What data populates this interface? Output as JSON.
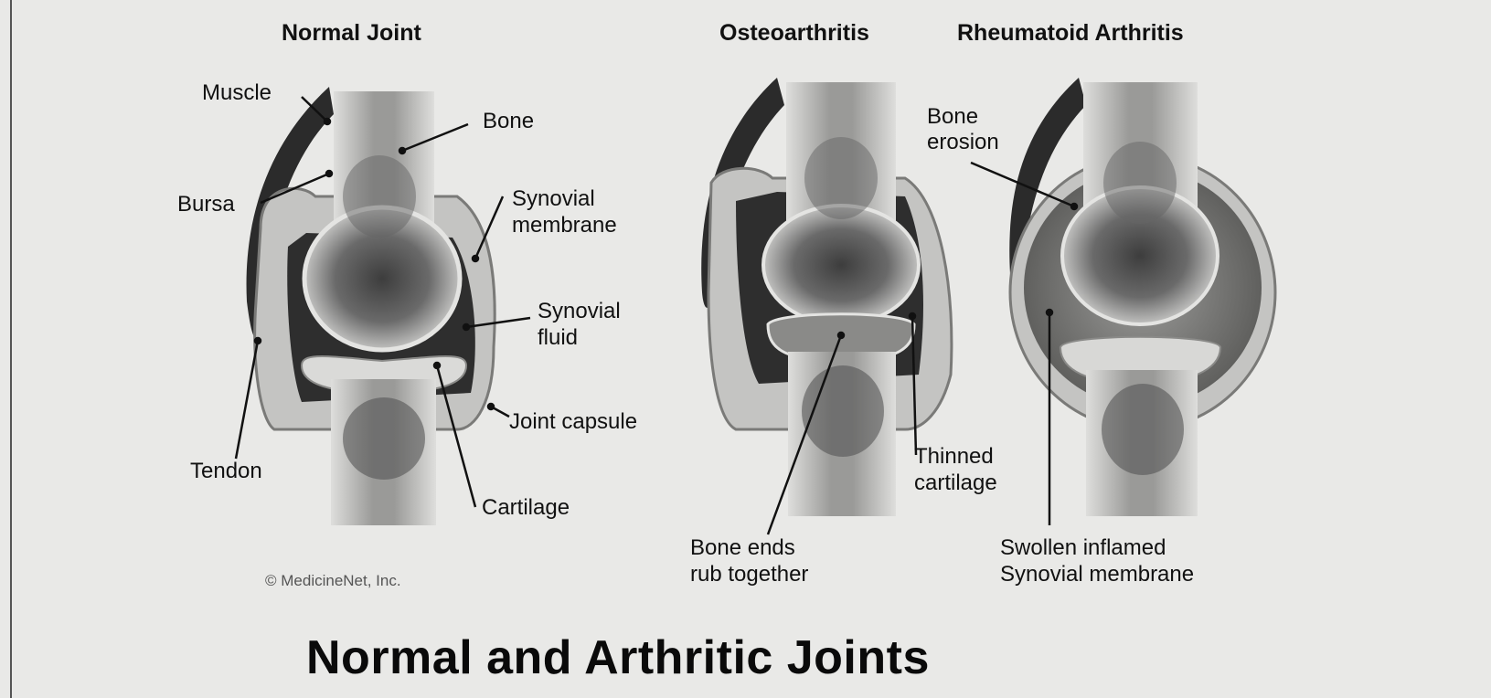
{
  "headings": {
    "normal": "Normal Joint",
    "osteo": "Osteoarthritis",
    "rheum": "Rheumatoid Arthritis"
  },
  "normal_labels": {
    "muscle": "Muscle",
    "bone": "Bone",
    "bursa": "Bursa",
    "synovial_membrane": [
      "Synovial",
      "membrane"
    ],
    "synovial_fluid": [
      "Synovial",
      "fluid"
    ],
    "joint_capsule": "Joint capsule",
    "tendon": "Tendon",
    "cartilage": "Cartilage"
  },
  "osteo_labels": {
    "thinned_cartilage": [
      "Thinned",
      "cartilage"
    ],
    "bone_ends": [
      "Bone ends",
      "rub together"
    ]
  },
  "rheum_labels": {
    "bone_erosion": [
      "Bone",
      "erosion"
    ],
    "swollen": [
      "Swollen inflamed",
      "Synovial membrane"
    ]
  },
  "copyright": "© MedicineNet, Inc.",
  "title": "Normal and Arthritic Joints",
  "colors": {
    "background": "#e9e9e7",
    "bone_dark": "#3a3a3a",
    "bone_light": "#d6d6d4",
    "muscle": "#2b2b2b",
    "capsule": "#bdbdbb"
  }
}
